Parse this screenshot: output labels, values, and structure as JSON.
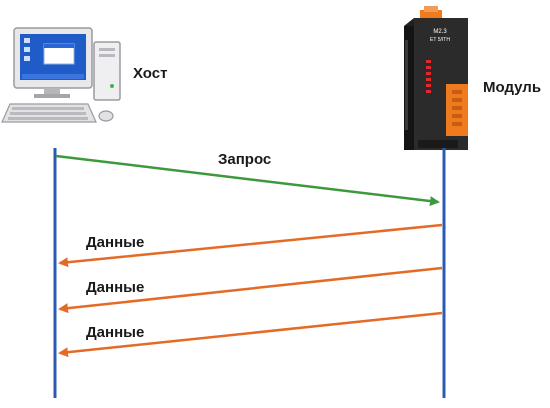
{
  "host": {
    "label": "Хост"
  },
  "module": {
    "label": "Модуль",
    "front_text_1": "M2.3",
    "front_text_2": "ET 5/ITH"
  },
  "messages": [
    {
      "label": "Запрос",
      "direction": "host-to-module",
      "color": "#3c9a3c"
    },
    {
      "label": "Данные",
      "direction": "module-to-host",
      "color": "#e46b25"
    },
    {
      "label": "Данные",
      "direction": "module-to-host",
      "color": "#e46b25"
    },
    {
      "label": "Данные",
      "direction": "module-to-host",
      "color": "#e46b25"
    }
  ],
  "colors": {
    "lifeline": "#2b5bb0",
    "request": "#3c9a3c",
    "response": "#e46b25",
    "module_body": "#2b2b2b",
    "module_accent": "#f07a1e"
  }
}
